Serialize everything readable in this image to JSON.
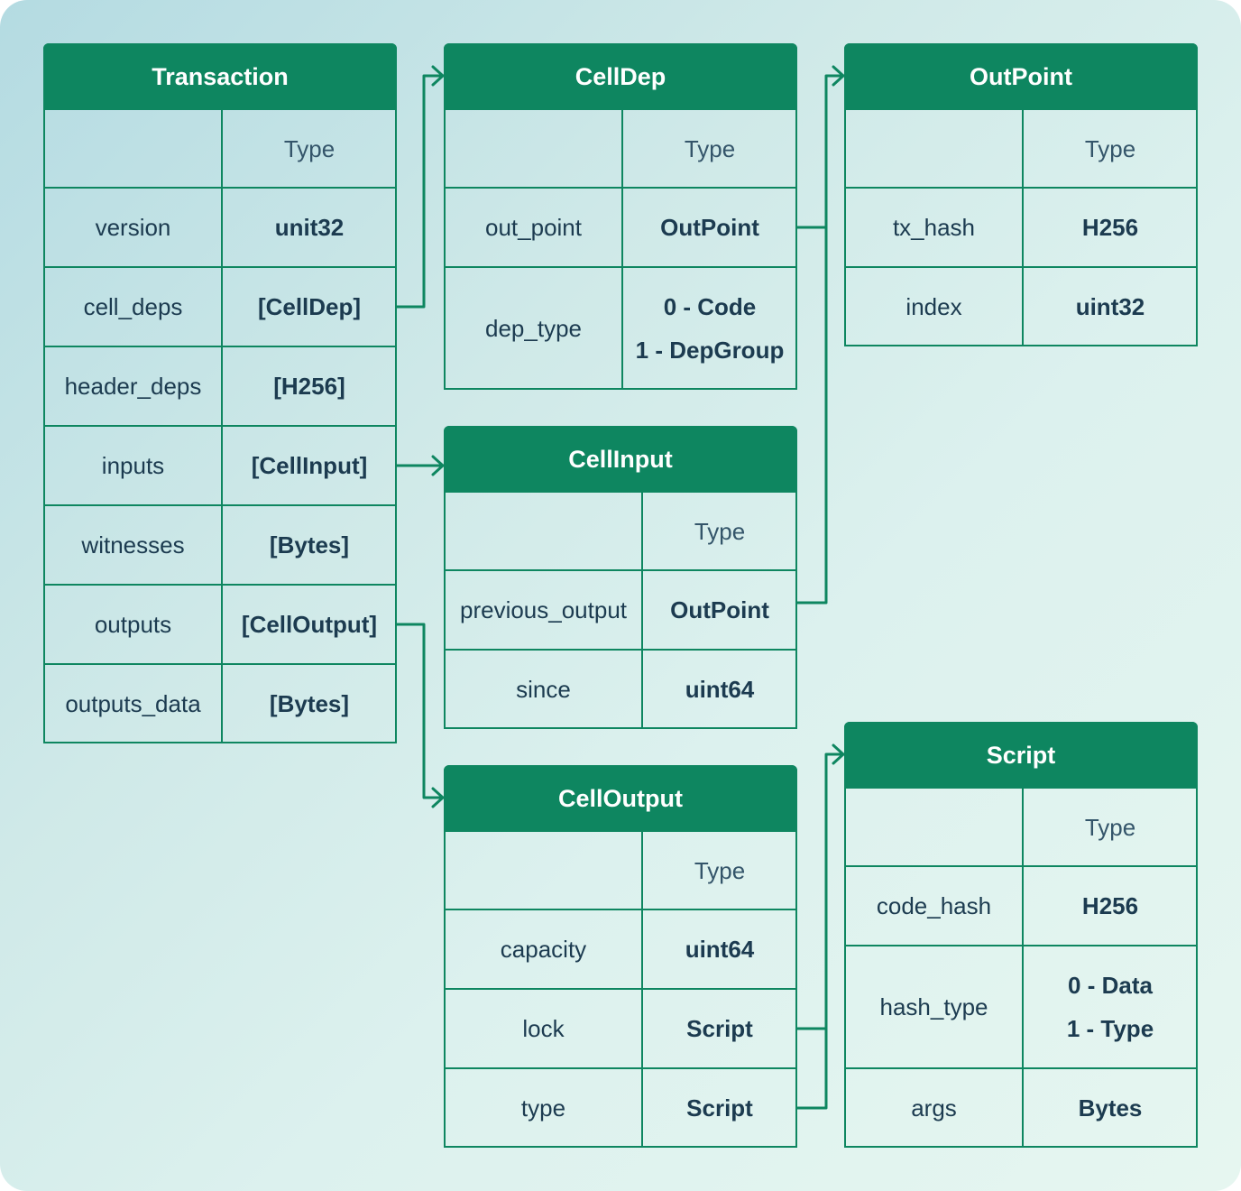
{
  "tables": {
    "transaction": {
      "title": "Transaction",
      "type_header": "Type",
      "rows": [
        {
          "field": "version",
          "type": "unit32"
        },
        {
          "field": "cell_deps",
          "type": "[CellDep]"
        },
        {
          "field": "header_deps",
          "type": "[H256]"
        },
        {
          "field": "inputs",
          "type": "[CellInput]"
        },
        {
          "field": "witnesses",
          "type": "[Bytes]"
        },
        {
          "field": "outputs",
          "type": "[CellOutput]"
        },
        {
          "field": "outputs_data",
          "type": "[Bytes]"
        }
      ]
    },
    "celldep": {
      "title": "CellDep",
      "type_header": "Type",
      "rows": [
        {
          "field": "out_point",
          "type": "OutPoint"
        },
        {
          "field": "dep_type",
          "type_line1": "0 - Code",
          "type_line2": "1 - DepGroup"
        }
      ]
    },
    "outpoint": {
      "title": "OutPoint",
      "type_header": "Type",
      "rows": [
        {
          "field": "tx_hash",
          "type": "H256"
        },
        {
          "field": "index",
          "type": "uint32"
        }
      ]
    },
    "cellinput": {
      "title": "CellInput",
      "type_header": "Type",
      "rows": [
        {
          "field": "previous_output",
          "type": "OutPoint"
        },
        {
          "field": "since",
          "type": "uint64"
        }
      ]
    },
    "celloutput": {
      "title": "CellOutput",
      "type_header": "Type",
      "rows": [
        {
          "field": "capacity",
          "type": "uint64"
        },
        {
          "field": "lock",
          "type": "Script"
        },
        {
          "field": "type",
          "type": "Script"
        }
      ]
    },
    "script": {
      "title": "Script",
      "type_header": "Type",
      "rows": [
        {
          "field": "code_hash",
          "type": "H256"
        },
        {
          "field": "hash_type",
          "type_line1": "0 - Data",
          "type_line2": "1 - Type"
        },
        {
          "field": "args",
          "type": "Bytes"
        }
      ]
    }
  },
  "connectors": [
    {
      "from": "transaction.cell_deps",
      "to": "celldep"
    },
    {
      "from": "transaction.inputs",
      "to": "cellinput"
    },
    {
      "from": "transaction.outputs",
      "to": "celloutput"
    },
    {
      "from": "celldep.out_point",
      "to": "outpoint"
    },
    {
      "from": "cellinput.previous_output",
      "to": "outpoint"
    },
    {
      "from": "celloutput.lock",
      "to": "script"
    },
    {
      "from": "celloutput.type",
      "to": "script"
    }
  ],
  "colors": {
    "accent": "#0e8660",
    "text": "#1c3b50",
    "header_text": "#ffffff"
  }
}
